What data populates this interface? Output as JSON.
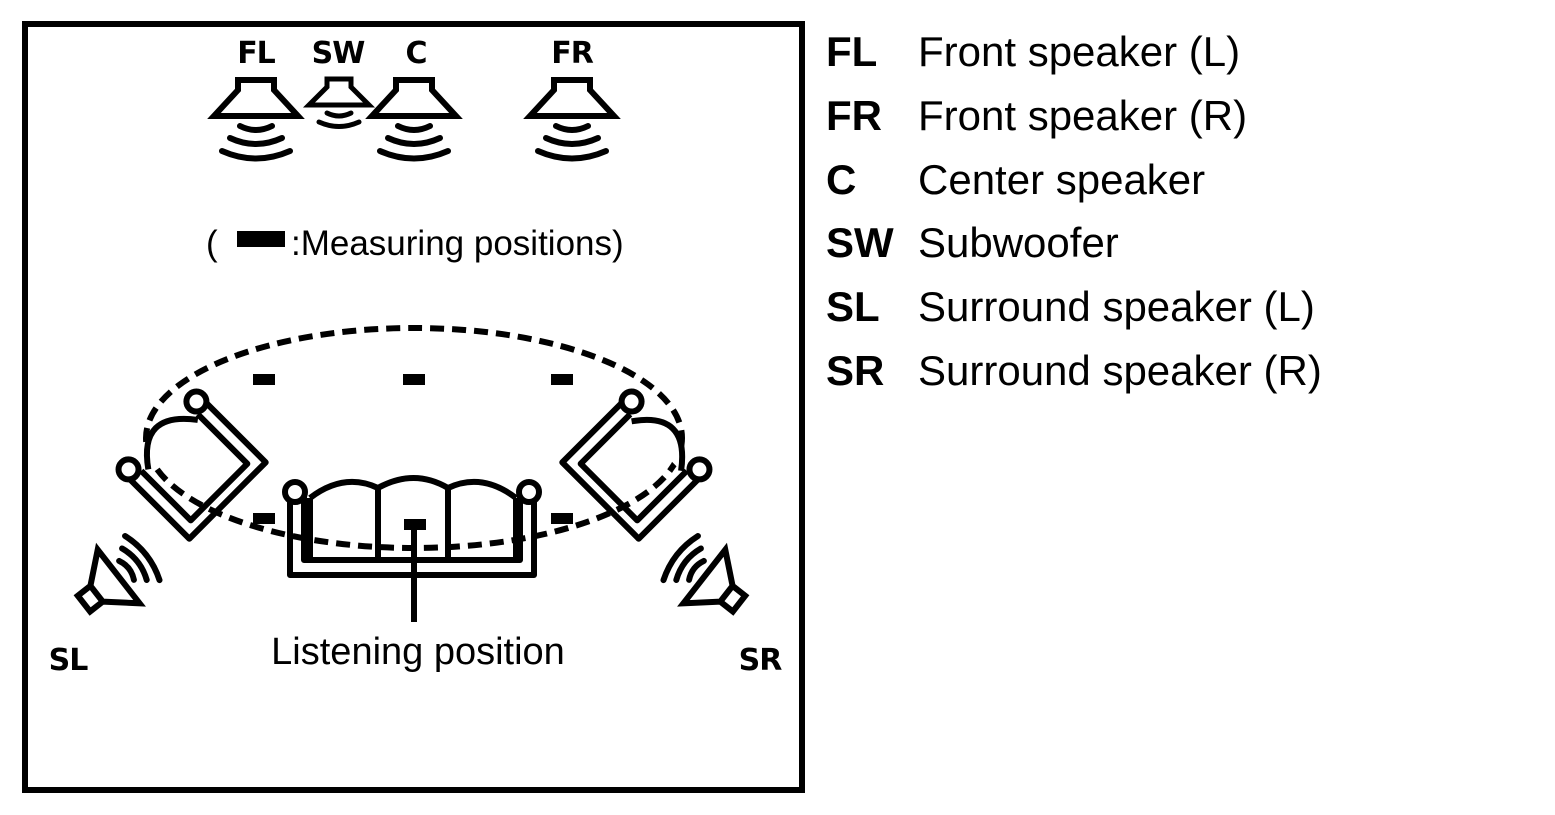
{
  "speakers": {
    "fl": "FL",
    "sw": "SW",
    "c": "C",
    "fr": "FR",
    "sl": "SL",
    "sr": "SR"
  },
  "measuring_note": {
    "open": "(",
    "text": ":Measuring positions)"
  },
  "listening_position": "Listening position",
  "legend": [
    {
      "code": "FL",
      "desc": "Front speaker (L)"
    },
    {
      "code": "FR",
      "desc": "Front speaker (R)"
    },
    {
      "code": "C",
      "desc": "Center speaker"
    },
    {
      "code": "SW",
      "desc": "Subwoofer"
    },
    {
      "code": "SL",
      "desc": "Surround speaker (L)"
    },
    {
      "code": "SR",
      "desc": "Surround speaker (R)"
    }
  ]
}
